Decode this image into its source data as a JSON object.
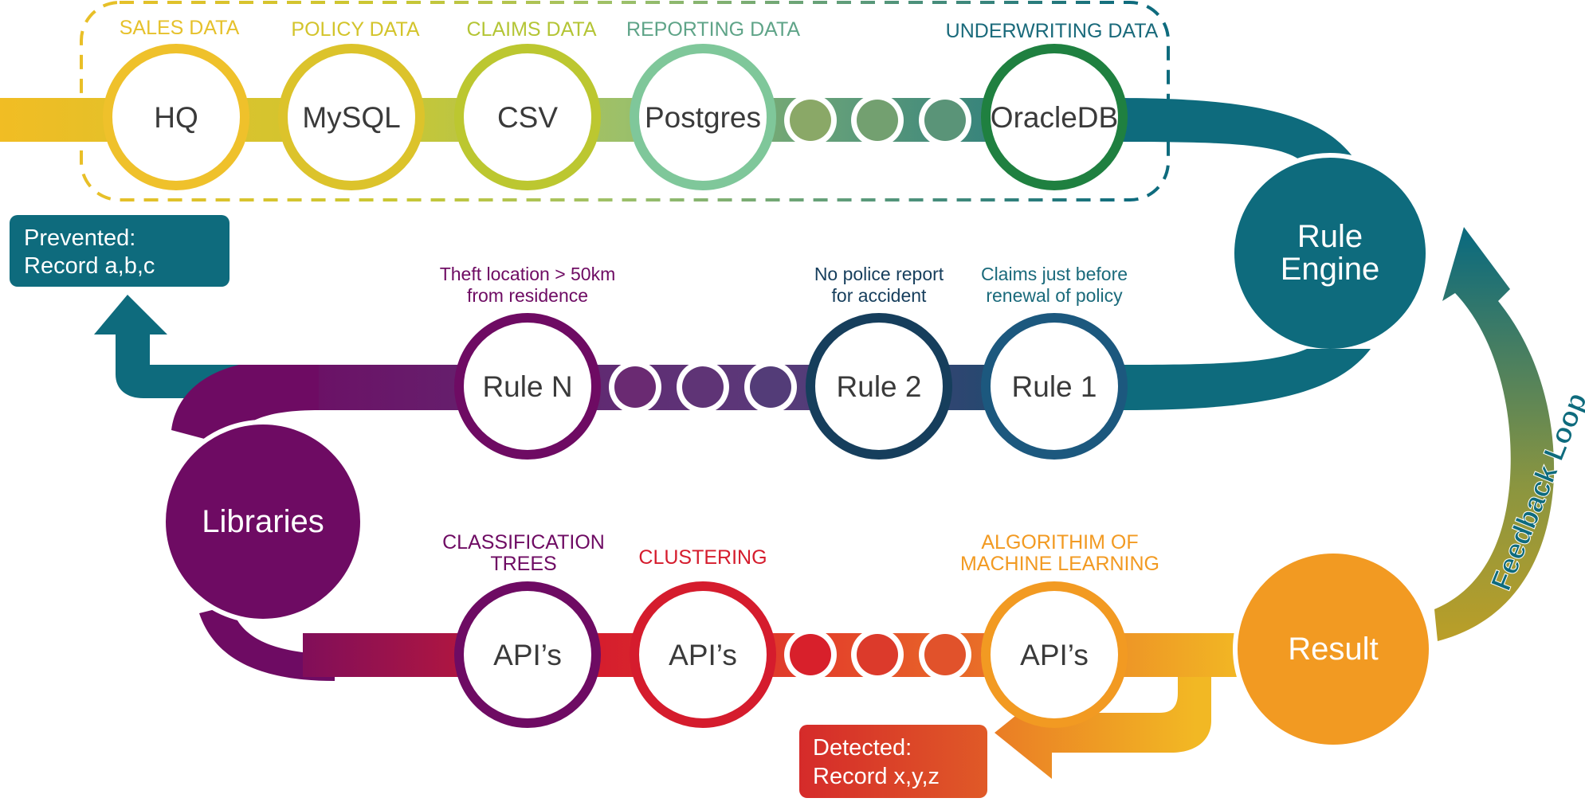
{
  "sources": {
    "group_label": "",
    "items": [
      {
        "category": "SALES DATA",
        "node": "HQ",
        "color": "#efc12b"
      },
      {
        "category": "POLICY DATA",
        "node": "MySQL",
        "color": "#dcc32b"
      },
      {
        "category": "CLAIMS DATA",
        "node": "CSV",
        "color": "#bcc730"
      },
      {
        "category": "REPORTING DATA",
        "node": "Postgres",
        "color": "#7fc79a"
      },
      {
        "category": "UNDERWRITING DATA",
        "node": "OracleDB",
        "color": "#1f8040"
      }
    ]
  },
  "rule_engine": {
    "label_line1": "Rule",
    "label_line2": "Engine",
    "color": "#0e6b7d"
  },
  "rules": {
    "items": [
      {
        "node": "Rule N",
        "note_line1": "Theft location > 50km",
        "note_line2": "from residence",
        "color": "#6e0b63"
      },
      {
        "node": "Rule 2",
        "note_line1": "No police report",
        "note_line2": "for accident",
        "color": "#163e5c"
      },
      {
        "node": "Rule 1",
        "note_line1": "Claims just before",
        "note_line2": "renewal of policy",
        "color": "#1c587e"
      }
    ]
  },
  "prevented": {
    "line1": "Prevented:",
    "line2": "Record a,b,c",
    "color": "#0e6b7d"
  },
  "libraries": {
    "label": "Libraries",
    "color": "#6e0b63"
  },
  "apis": {
    "items": [
      {
        "node": "API’s",
        "category_line1": "CLASSIFICATION",
        "category_line2": "TREES",
        "color": "#6e0b63"
      },
      {
        "node": "API’s",
        "category_line1": "CLUSTERING",
        "category_line2": "",
        "color": "#d51c2d"
      },
      {
        "node": "API’s",
        "category_line1": "ALGORITHIM OF",
        "category_line2": "MACHINE LEARNING",
        "color": "#f29a22"
      }
    ]
  },
  "result": {
    "label": "Result",
    "color": "#f29a22"
  },
  "detected": {
    "line1": "Detected:",
    "line2": "Record x,y,z",
    "color": "#d5302a"
  },
  "feedback": {
    "label": "Feedback Loop",
    "color": "#0e6b7d"
  }
}
